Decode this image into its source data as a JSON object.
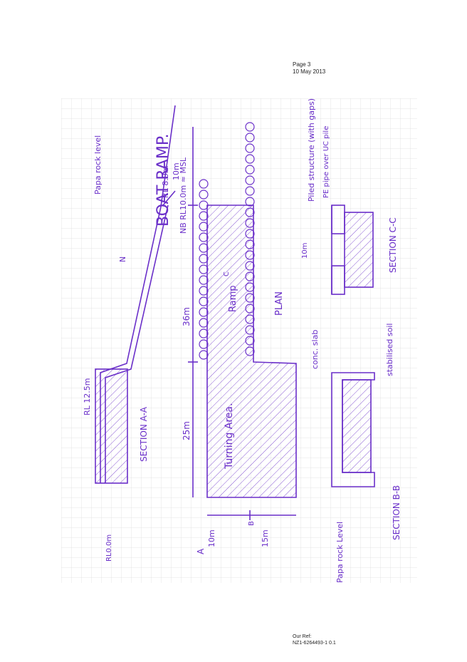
{
  "header": {
    "page": "Page 3",
    "date": "10 May 2013"
  },
  "footer": {
    "ref_label": "Our Ref:",
    "ref_value": "NZ1-6264493-1  0.1"
  },
  "sketch": {
    "title": "BOAT RAMP.",
    "note": "NB  RL10.0m ≈ MSL",
    "north_mark": "N",
    "papa_rock_label": "Papa rock level",
    "rl_80": "RL 8.0m",
    "dim_10m_top": "10m",
    "rl_125": "RL 12.5m",
    "section_aa": "SECTION A-A",
    "rl_00": "RL0.0m",
    "plan": "PLAN",
    "ramp": "Ramp",
    "turning_area": "Turning Area.",
    "dim_36m": "36m",
    "dim_25m": "25m",
    "dim_10m": "10m",
    "dim_15m": "15m",
    "label_a": "A",
    "label_b": "B",
    "label_c": "C",
    "piled_structure": "Piled structure (with gaps)",
    "pe_pipe": "PE pipe over UC pile",
    "section_cc": "SECTION C-C",
    "dim_10m_cc": "10m",
    "conc_slab": "conc. slab",
    "stabilised_soil": "stabilised soil",
    "section_bb": "SECTION B-B",
    "papa_rock_level": "Papa rock Level"
  },
  "colors": {
    "ink": "#6a2fc9",
    "grid": "#d9d9d9"
  }
}
